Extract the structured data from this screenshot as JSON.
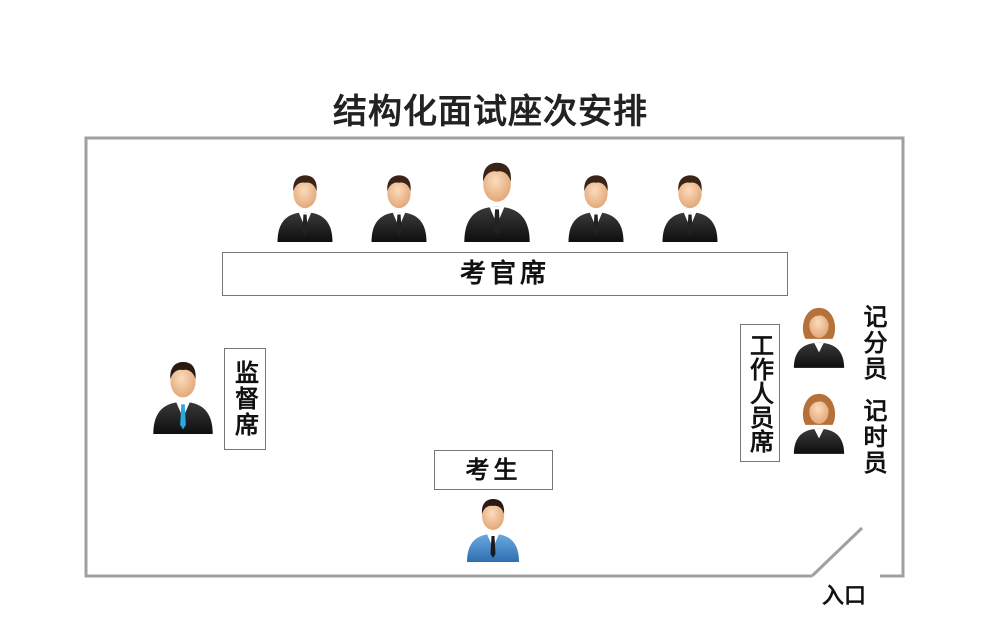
{
  "diagram": {
    "title": "结构化面试座次安排",
    "examiner_seat": "考官席",
    "supervisor_seat": "监督席",
    "staff_seat": "工作人员席",
    "scorer": "记分员",
    "timekeeper": "记时员",
    "candidate": "考生",
    "entrance": "入口"
  },
  "icons": {
    "examiner": "man-in-black-suit-icon",
    "supervisor": "man-in-dark-suit-blue-tie-icon",
    "staff": "woman-icon",
    "candidate": "man-in-blue-shirt-icon"
  },
  "colors": {
    "wall": "#a0a0a0",
    "suit": "#1e1e1e",
    "skin": "#f2c9a0",
    "hair": "#3a2418",
    "female_hair": "#b5713a",
    "candidate_shirt": "#3f86c8",
    "supervisor_tie": "#2aa8e0"
  }
}
